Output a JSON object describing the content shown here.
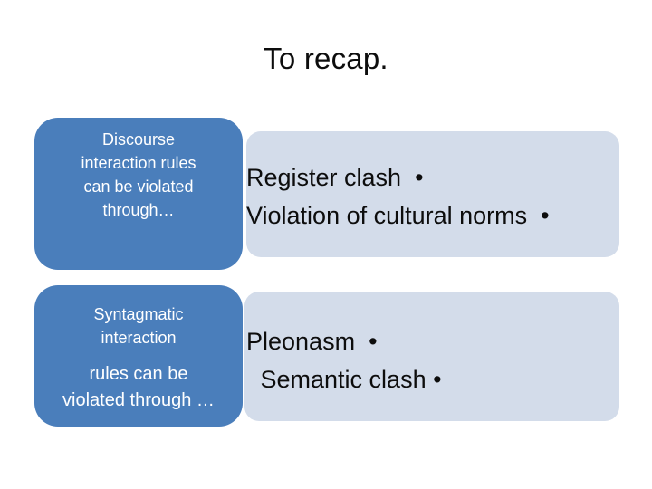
{
  "slide": {
    "title": "To recap.",
    "background_color": "#FFFFFF",
    "accent_blue": "#4A7EBB",
    "panel_blue": "#D3DCEA",
    "text_dark": "#0D0D0D",
    "text_light": "#FFFFFF"
  },
  "rows": [
    {
      "callout": "Discourse\ninteraction rules\ncan be violated\nthrough…",
      "items": [
        "Register clash  •",
        "Violation of cultural norms  •"
      ]
    },
    {
      "callout_part1": "Syntagmatic\ninteraction",
      "callout_part2": "rules can be\nviolated through …",
      "items": [
        "Pleonasm  •",
        " Semantic clash •"
      ]
    }
  ]
}
